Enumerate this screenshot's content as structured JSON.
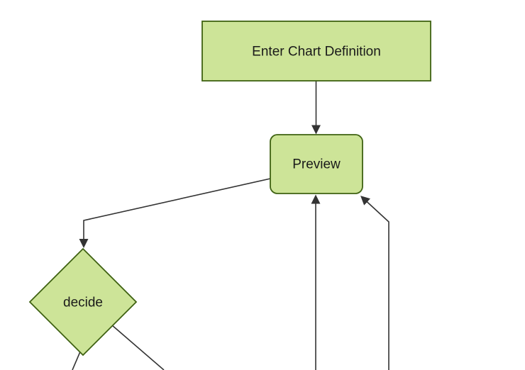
{
  "diagram": {
    "type": "flowchart",
    "orientation": "top-down",
    "background": "#ffffff"
  },
  "colors": {
    "node_fill": "#cde498",
    "node_stroke": "#3f6212",
    "edge_color": "#333333",
    "text_color": "#1a1a1a"
  },
  "nodes": {
    "enter_chart_definition": {
      "label": "Enter Chart Definition",
      "shape": "rectangle"
    },
    "preview": {
      "label": "Preview",
      "shape": "rounded-rectangle"
    },
    "decide": {
      "label": "decide",
      "shape": "diamond"
    }
  },
  "edges": [
    {
      "from": "enter_chart_definition",
      "to": "preview",
      "arrow": "arrowhead-down"
    },
    {
      "from": "preview",
      "to": "decide",
      "arrow": "arrowhead-down"
    },
    {
      "from": "offscreen-bottom",
      "to": "preview",
      "arrow": "arrowhead-up"
    },
    {
      "from": "offscreen-bottom-right",
      "to": "preview",
      "arrow": "arrowhead-up-left"
    },
    {
      "from": "decide",
      "to": "offscreen-bottom-left",
      "arrow": "none-visible"
    },
    {
      "from": "decide",
      "to": "offscreen-bottom-right",
      "arrow": "none-visible"
    }
  ]
}
